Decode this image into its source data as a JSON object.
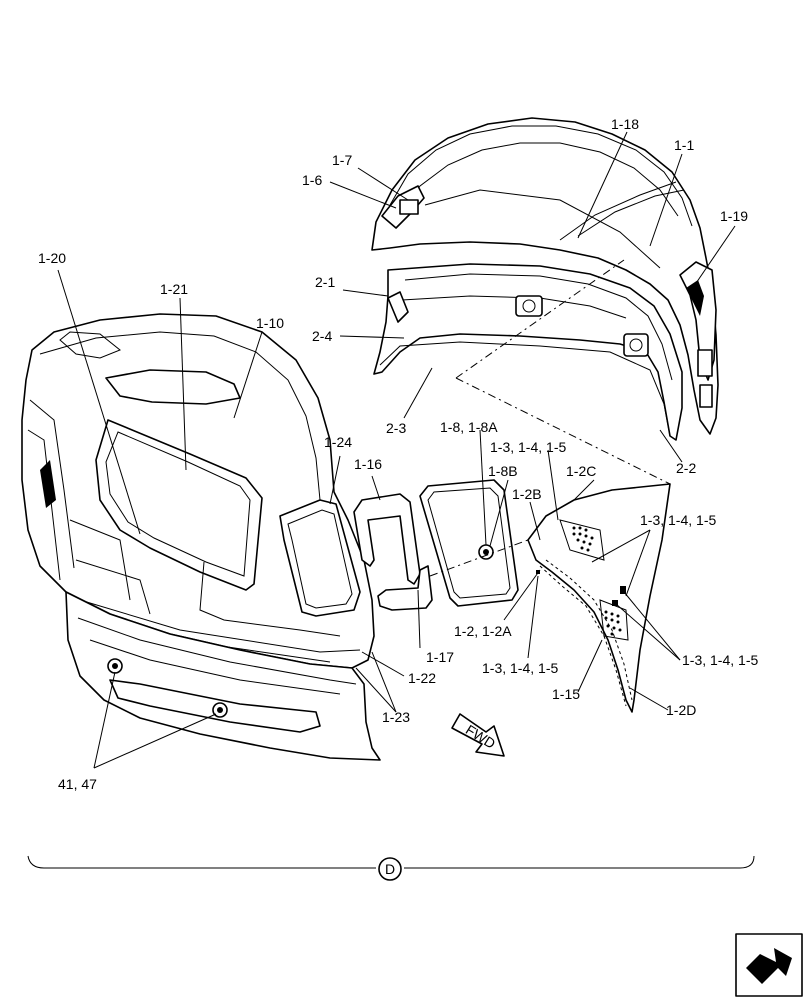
{
  "labels": {
    "l_1_18": "1-18",
    "l_1_1": "1-1",
    "l_1_7": "1-7",
    "l_1_6": "1-6",
    "l_1_19": "1-19",
    "l_1_20": "1-20",
    "l_1_21": "1-21",
    "l_1_10": "1-10",
    "l_2_1": "2-1",
    "l_2_4": "2-4",
    "l_2_3": "2-3",
    "l_1_8": "1-8, 1-8A",
    "l_135_top": "1-3, 1-4, 1-5",
    "l_1_2c": "1-2C",
    "l_2_2": "2-2",
    "l_1_24": "1-24",
    "l_1_16": "1-16",
    "l_1_8b": "1-8B",
    "l_1_2b": "1-2B",
    "l_135_right": "1-3, 1-4, 1-5",
    "l_1_2": "1-2, 1-2A",
    "l_1_17": "1-17",
    "l_135_bottom": "1-3, 1-4, 1-5",
    "l_135_lower_right": "1-3, 1-4, 1-5",
    "l_1_22": "1-22",
    "l_1_15": "1-15",
    "l_1_23": "1-23",
    "l_1_2d": "1-2D",
    "l_41_47": "41, 47",
    "fwd": "FWD",
    "section": "D"
  },
  "icons": {
    "nav": "next-page-arrow-icon"
  }
}
